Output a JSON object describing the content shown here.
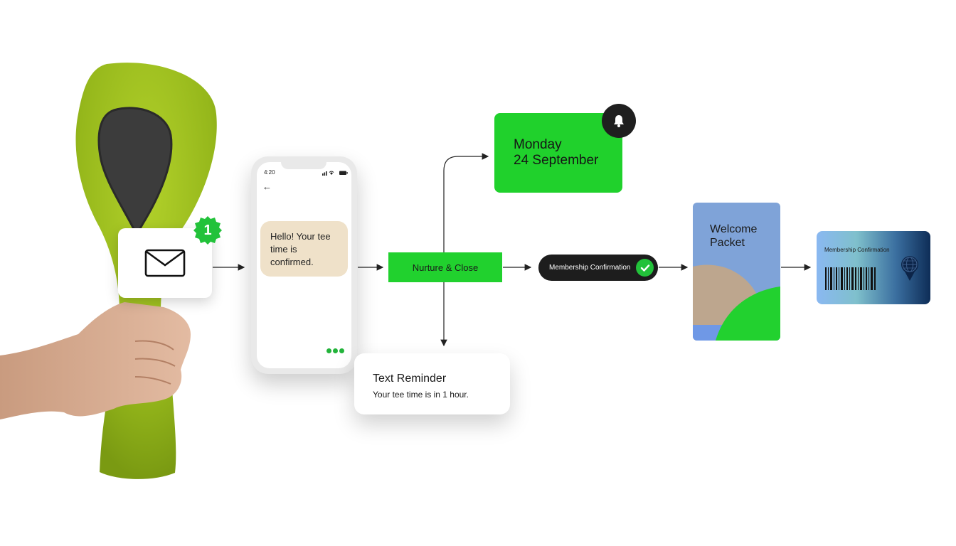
{
  "email_card": {
    "icon": "envelope-icon",
    "badge_count": "1"
  },
  "phone": {
    "status_time": "4:20",
    "message": "Hello! Your tee time is confirmed."
  },
  "nurture": {
    "label": "Nurture & Close"
  },
  "date_card": {
    "line1": "Monday",
    "line2": "24 September",
    "icon": "bell-icon"
  },
  "reminder": {
    "title": "Text Reminder",
    "body": "Your tee time is in 1 hour."
  },
  "membership_pill": {
    "label": "Membership Confirmation",
    "icon": "check-icon"
  },
  "welcome_packet": {
    "title": "Welcome Packet"
  },
  "membership_card": {
    "title": "Membership Confirmation",
    "icon": "globe-pin-icon"
  },
  "colors": {
    "accent_green": "#21d12e",
    "headcover_green": "#9bbe1e",
    "dark": "#1d1d1d",
    "bubble": "#efe1c9"
  }
}
